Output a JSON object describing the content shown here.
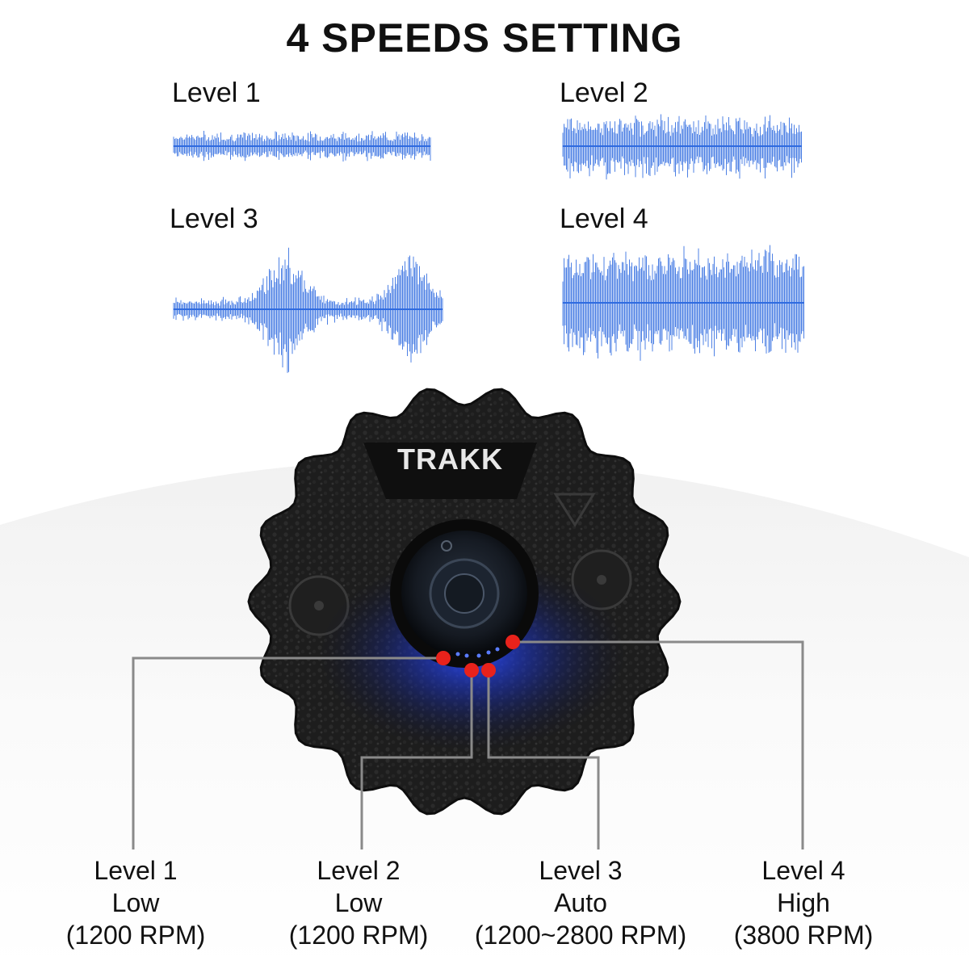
{
  "title": "4 SPEEDS SETTING",
  "brand": "TRAKK",
  "waves": [
    {
      "label": "Level 1",
      "style": "low-steady",
      "color": "#2f6be0"
    },
    {
      "label": "Level 2",
      "style": "medium-steady",
      "color": "#2f6be0"
    },
    {
      "label": "Level 3",
      "style": "pulsing",
      "color": "#2f6be0"
    },
    {
      "label": "Level 4",
      "style": "high-steady",
      "color": "#2f6be0"
    }
  ],
  "callouts": [
    {
      "level": "Level 1",
      "mode": "Low",
      "rpm": "(1200 RPM)"
    },
    {
      "level": "Level 2",
      "mode": "Low",
      "rpm": "(1200 RPM)"
    },
    {
      "level": "Level 3",
      "mode": "Auto",
      "rpm": "(1200~2800 RPM)"
    },
    {
      "level": "Level 4",
      "mode": "High",
      "rpm": "(3800 RPM)"
    }
  ],
  "colors": {
    "indicator_dot": "#e8221b",
    "leader_line": "#8a8a8a",
    "led_glow": "#1a3cff"
  }
}
